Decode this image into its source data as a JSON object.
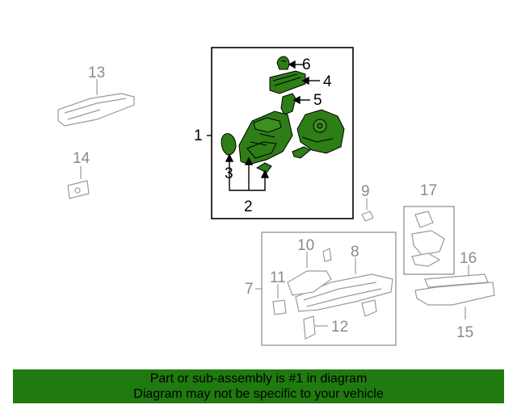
{
  "diagram": {
    "callouts": {
      "c1": "1",
      "c2": "2",
      "c3": "3",
      "c4": "4",
      "c5": "5",
      "c6": "6",
      "c7": "7",
      "c8": "8",
      "c9": "9",
      "c10": "10",
      "c11": "11",
      "c12": "12",
      "c13": "13",
      "c14": "14",
      "c15": "15",
      "c16": "16",
      "c17": "17"
    },
    "colors": {
      "highlight_fill": "#2e7d16",
      "outline_dark": "#000000",
      "outline_grey": "#9a9a9a",
      "banner_bg": "#1f7a0f"
    }
  },
  "banner": {
    "line1": "Part or sub-assembly is #1 in diagram",
    "line2": "Diagram may not be specific to your vehicle"
  }
}
